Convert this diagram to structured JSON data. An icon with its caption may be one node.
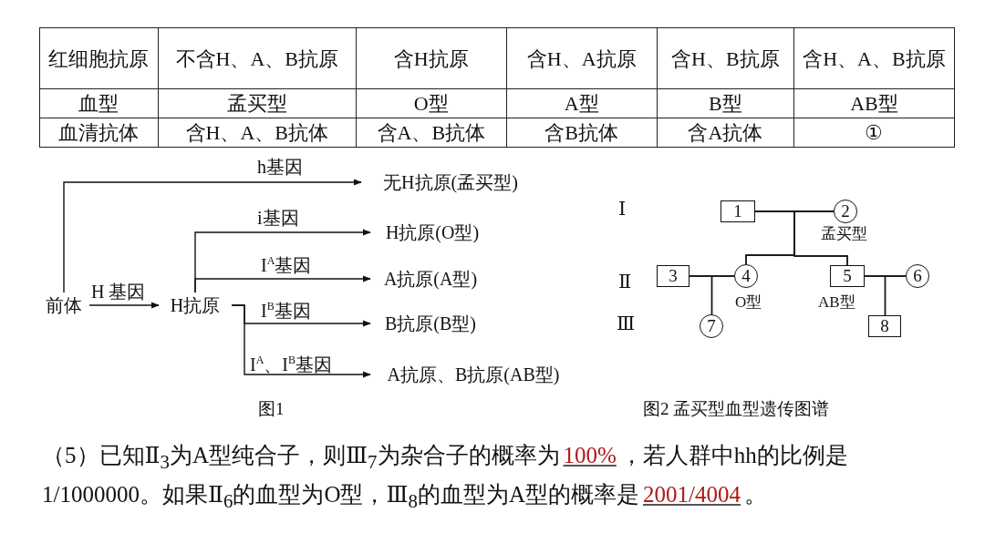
{
  "diagram": {
    "nodes": [
      {
        "text": [
          "前体"
        ]
      },
      {
        "text": [
          "H抗原"
        ]
      },
      {
        "text": [
          "无H抗原(孟买型)"
        ]
      },
      {
        "text": [
          "H抗原(O型)"
        ]
      },
      {
        "text": [
          "A抗原(A型)"
        ]
      },
      {
        "text": [
          "B抗原(B型)"
        ]
      },
      {
        "text": [
          "A抗原、B抗原(AB型)"
        ]
      },
      {
        "text": [
          "1"
        ]
      },
      {
        "text": [
          "2"
        ],
        "beside": [
          "孟买型"
        ]
      },
      {
        "text": [
          "3"
        ]
      },
      {
        "text": [
          "4"
        ],
        "beside": [
          "O型"
        ]
      },
      {
        "text": [
          "5"
        ],
        "beside": [
          "AB型"
        ]
      },
      {
        "text": [
          "6"
        ]
      },
      {
        "text": [
          "7"
        ]
      },
      {
        "text": [
          "8"
        ]
      }
    ],
    "edges": [
      {
        "from": 0,
        "to": 2,
        "arrow": "to",
        "label": "h基因"
      },
      {
        "from": 0,
        "to": 1,
        "arrow": "to",
        "label": "H 基因"
      },
      {
        "from": 1,
        "to": 3,
        "arrow": "to",
        "label": "i基因"
      },
      {
        "from": 1,
        "to": 4,
        "arrow": "to",
        "label": "I$^{A}$基因"
      },
      {
        "from": 1,
        "to": 5,
        "arrow": "to",
        "label": "I$^{B}$基因"
      },
      {
        "from": 1,
        "to": 6,
        "arrow": "to",
        "label": "I$^{A}$、I$^{B}$基因"
      },
      {
        "from": 7,
        "to": 8,
        "arrow": "none"
      },
      {
        "from": 7,
        "to": 10,
        "arrow": "none"
      },
      {
        "from": 8,
        "to": 10,
        "arrow": "none"
      },
      {
        "from": 7,
        "to": 11,
        "arrow": "none"
      },
      {
        "from": 8,
        "to": 11,
        "arrow": "none"
      },
      {
        "from": 9,
        "to": 10,
        "arrow": "none"
      },
      {
        "from": 9,
        "to": 13,
        "arrow": "none"
      },
      {
        "from": 10,
        "to": 13,
        "arrow": "none"
      },
      {
        "from": 11,
        "to": 12,
        "arrow": "none"
      },
      {
        "from": 11,
        "to": 14,
        "arrow": "none"
      },
      {
        "from": 12,
        "to": 14,
        "arrow": "none"
      }
    ],
    "labels": [
      "红细胞抗原",
      "不含H、A、B抗原",
      "含H抗原",
      "含H、A抗原",
      "含H、B抗原",
      "含H、A、B抗原",
      "血型",
      "孟买型",
      "O型",
      "A型",
      "B型",
      "AB型",
      "血清抗体",
      "含H、A、B抗体",
      "含A、B抗体",
      "含B抗体",
      "含A抗体",
      "①",
      "Ⅰ",
      "Ⅱ",
      "Ⅲ",
      "图1",
      "图2 孟买型血型遗传图谱",
      "（5）已知Ⅱ$_{3}$为A型纯合子，则Ⅲ$_{7}$为杂合子的概率为",
      "100%",
      "，若人群中hh的比例是1/1000000。如果Ⅱ$_{6}$的血型为O型，Ⅲ$_{8}$的血型为A型的概率是",
      "2001/4004",
      "。"
    ]
  }
}
